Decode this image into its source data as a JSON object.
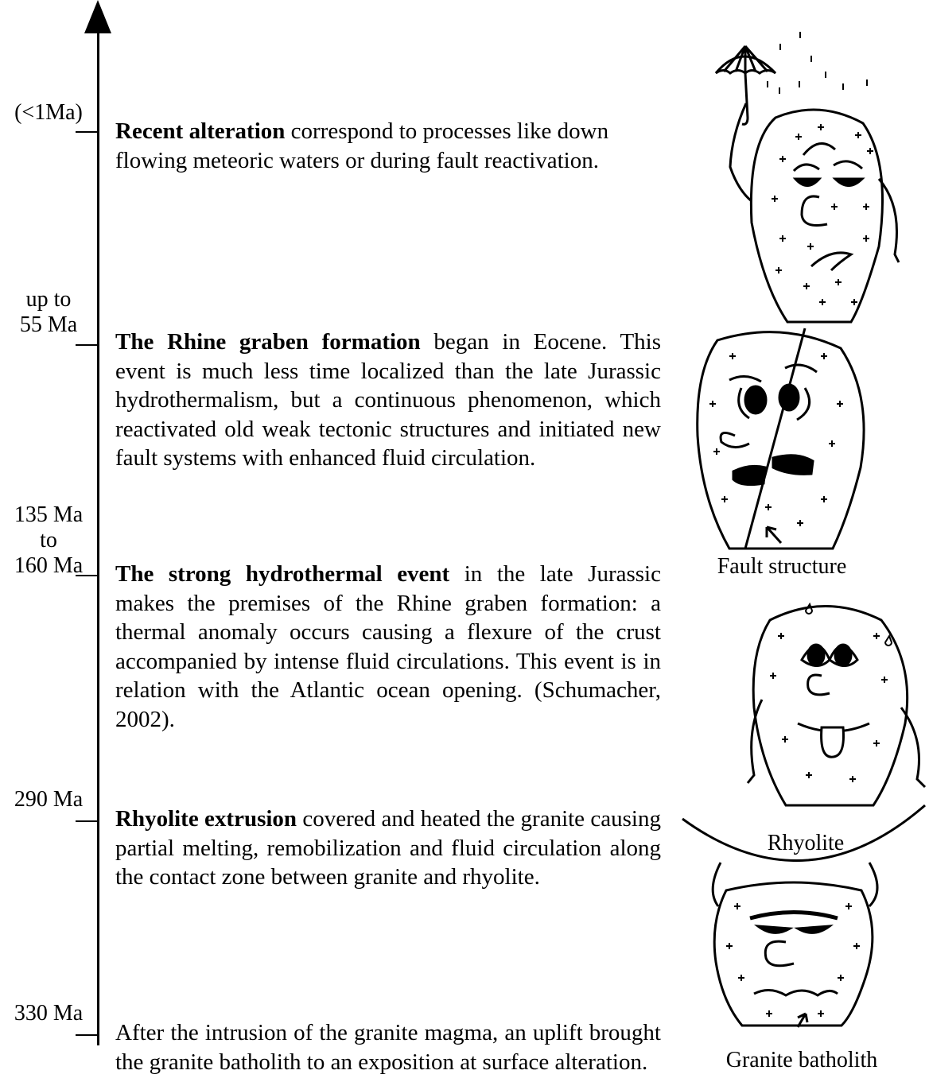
{
  "timeline": {
    "labels": [
      {
        "text": "(<1Ma)"
      },
      {
        "line1": "up to",
        "line2": "55 Ma"
      },
      {
        "line1": "135 Ma",
        "line2": "to",
        "line3": "160 Ma"
      },
      {
        "text": "290 Ma"
      },
      {
        "text": "330 Ma"
      }
    ]
  },
  "events": [
    {
      "bold": "Recent alteration",
      "text": " correspond to processes like down flowing meteoric waters or during fault reactivation."
    },
    {
      "bold": "The Rhine graben formation",
      "text": " began in Eocene. This event is much less time localized than the late Jurassic hydrothermalism, but a continuous phenomenon, which reactivated old weak tectonic structures and initiated new fault systems with enhanced fluid circulation."
    },
    {
      "bold": "The strong hydrothermal event",
      "text": " in the late Jurassic makes the premises of the Rhine graben formation: a thermal anomaly occurs causing a flexure of the crust accompanied by intense fluid circulations. This event is in relation with the Atlantic ocean opening. (Schumacher, 2002)."
    },
    {
      "bold": "Rhyolite extrusion",
      "text": " covered and heated the granite causing partial melting, remobilization and fluid circulation along the contact zone between granite and rhyolite."
    },
    {
      "bold": "",
      "text": "After the intrusion of the granite magma, an uplift brought the granite batholith to an exposition at surface alteration."
    }
  ],
  "captions": {
    "fault": "Fault structure",
    "rhyolite": "Rhyolite",
    "granite": "Granite batholith"
  }
}
